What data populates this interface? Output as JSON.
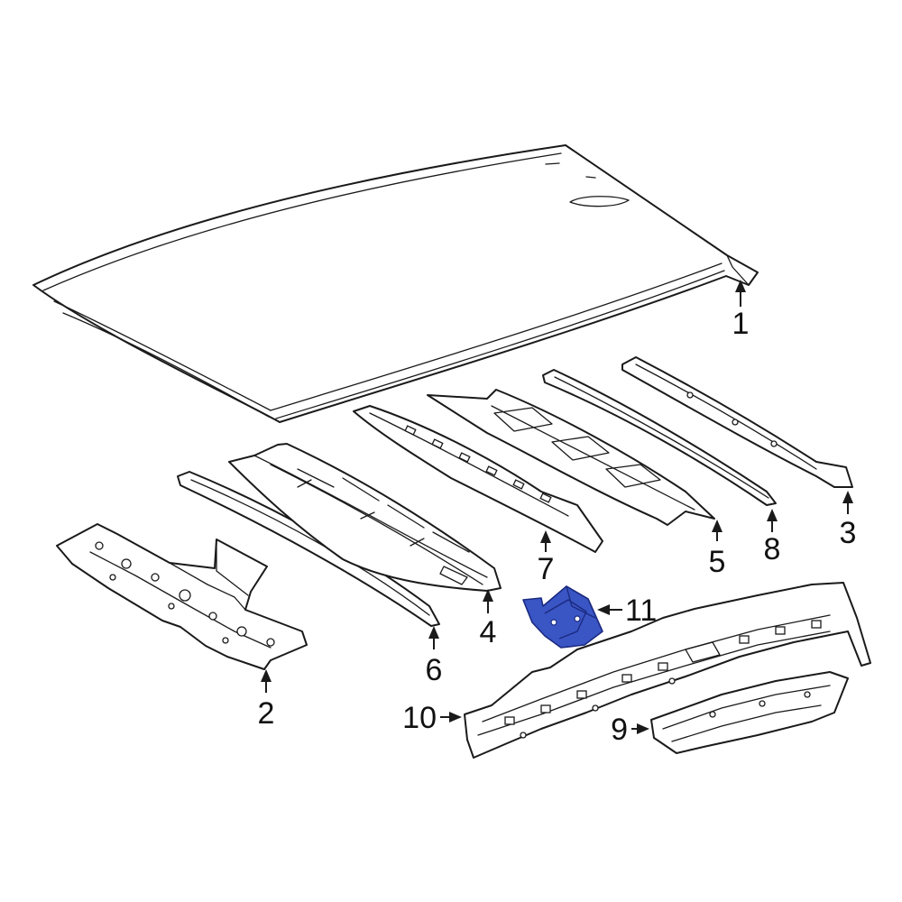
{
  "highlight_color": "#3a55c4",
  "highlight_stroke": "#1a2a80",
  "highlighted_part": "11",
  "callouts": {
    "c1": "1",
    "c2": "2",
    "c3": "3",
    "c4": "4",
    "c5": "5",
    "c6": "6",
    "c7": "7",
    "c8": "8",
    "c9": "9",
    "c10": "10",
    "c11": "11"
  }
}
